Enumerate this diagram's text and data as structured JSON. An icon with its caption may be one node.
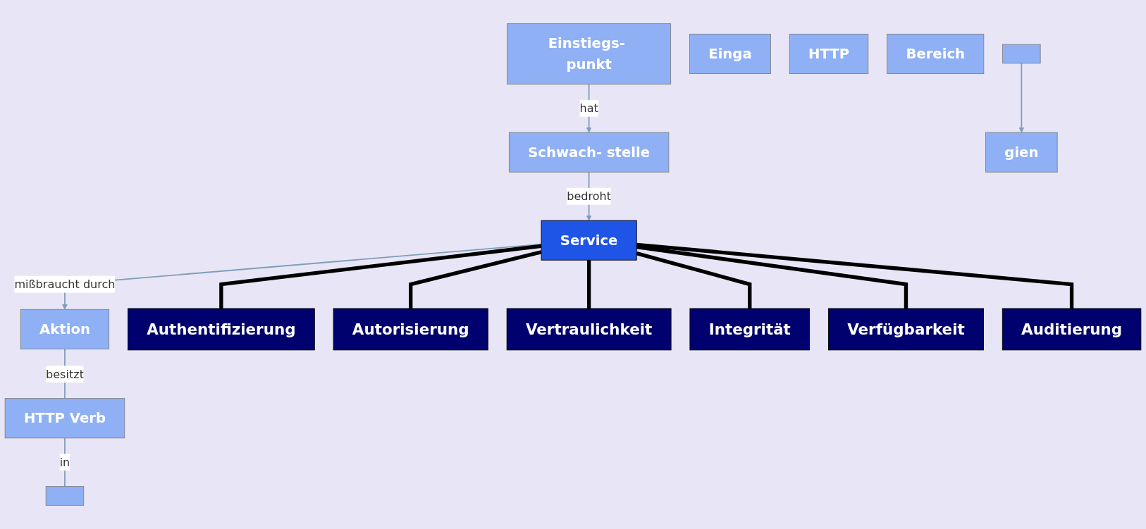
{
  "diagram": {
    "nodes": [
      {
        "text": [
          "Einstiegs- punkt"
        ]
      },
      {
        "text": [
          "Service"
        ]
      },
      {
        "text": [
          "Einga"
        ]
      },
      {
        "text": [
          "HTTP"
        ]
      },
      {
        "text": [
          "HTTP Verb"
        ]
      },
      {
        "text": [
          "Bereich"
        ]
      },
      {
        "text": [],
        "shape": "box"
      },
      {
        "text": [
          "Schwach- stelle"
        ]
      },
      {
        "text": [
          "Aktion"
        ]
      },
      {
        "text": [],
        "shape": "box"
      },
      {
        "text": [
          "gien"
        ]
      },
      {
        "text": [
          "Authentifizierung"
        ]
      },
      {
        "text": [
          "Autorisierung"
        ]
      },
      {
        "text": [
          "Vertraulichkeit"
        ]
      },
      {
        "text": [
          "Integrität"
        ]
      },
      {
        "text": [
          "Verfügbarkeit"
        ]
      },
      {
        "text": [
          "Auditierung"
        ]
      }
    ],
    "edges": [
      {
        "from": 0,
        "to": 7,
        "arrow": "to",
        "label": "hat"
      },
      {
        "from": 7,
        "to": 1,
        "arrow": "to",
        "label": "bedroht"
      },
      {
        "from": 1,
        "to": 8,
        "arrow": "to",
        "label": "mißbraucht durch"
      },
      {
        "from": 8,
        "to": 4,
        "arrow": "none",
        "label": "besitzt"
      },
      {
        "from": 4,
        "to": 9,
        "arrow": "none",
        "label": "in"
      },
      {
        "from": 6,
        "to": 10,
        "arrow": "to"
      },
      {
        "from": 1,
        "to": 11,
        "arrow": "none",
        "style": "thick",
        "color": "#000000"
      },
      {
        "from": 1,
        "to": 12,
        "arrow": "none",
        "style": "thick",
        "color": "#000000"
      },
      {
        "from": 1,
        "to": 13,
        "arrow": "none",
        "style": "thick",
        "color": "#000000"
      },
      {
        "from": 1,
        "to": 14,
        "arrow": "none",
        "style": "thick",
        "color": "#000000"
      },
      {
        "from": 1,
        "to": 15,
        "arrow": "none",
        "style": "thick",
        "color": "#000000"
      },
      {
        "from": 1,
        "to": 16,
        "arrow": "none",
        "style": "thick",
        "color": "#000000"
      }
    ]
  }
}
